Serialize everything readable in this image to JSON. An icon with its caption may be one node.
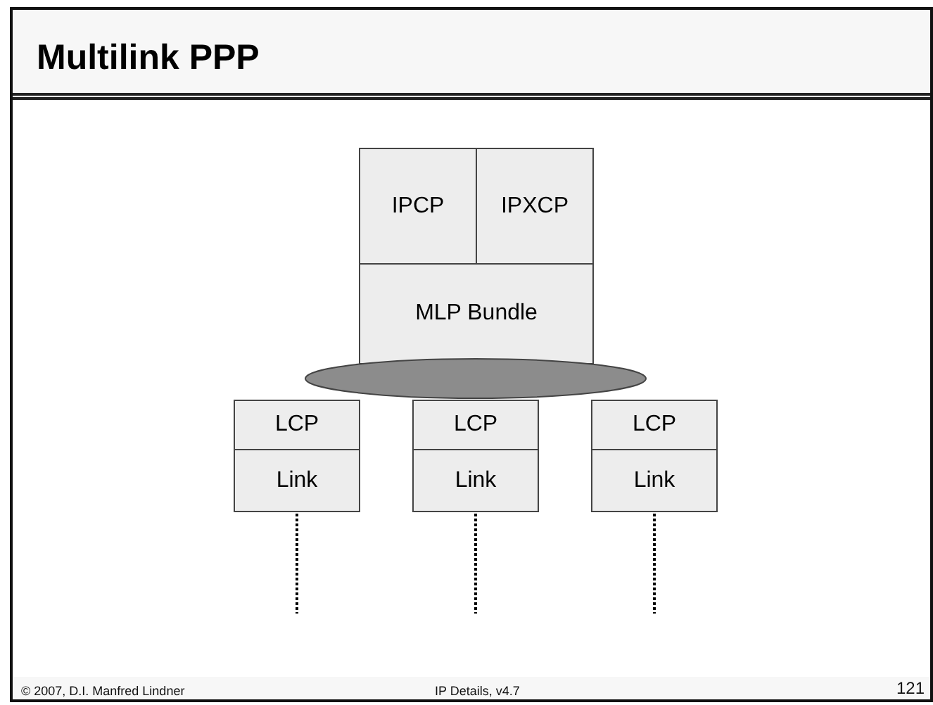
{
  "diagram": {
    "title": "Multilink PPP",
    "nodes": [
      {
        "text": [
          "IPCP"
        ]
      },
      {
        "text": [
          "IPXCP"
        ]
      },
      {
        "text": [
          "MLP Bundle"
        ]
      },
      {
        "text": [],
        "shape": "ellipse"
      },
      {
        "text": [
          "LCP"
        ]
      },
      {
        "text": [
          "Link"
        ]
      },
      {
        "text": [
          "LCP"
        ]
      },
      {
        "text": [
          "Link"
        ]
      },
      {
        "text": [
          "LCP"
        ]
      },
      {
        "text": [
          "Link"
        ]
      }
    ],
    "edges": [
      {
        "from": 5,
        "to": null,
        "arrow": "none",
        "style": "dashed"
      },
      {
        "from": 7,
        "to": null,
        "arrow": "none",
        "style": "dashed"
      },
      {
        "from": 9,
        "to": null,
        "arrow": "none",
        "style": "dashed"
      }
    ],
    "labels": [
      "© 2007, D.I. Manfred Lindner",
      "IP Details, v4.7",
      "121"
    ]
  }
}
